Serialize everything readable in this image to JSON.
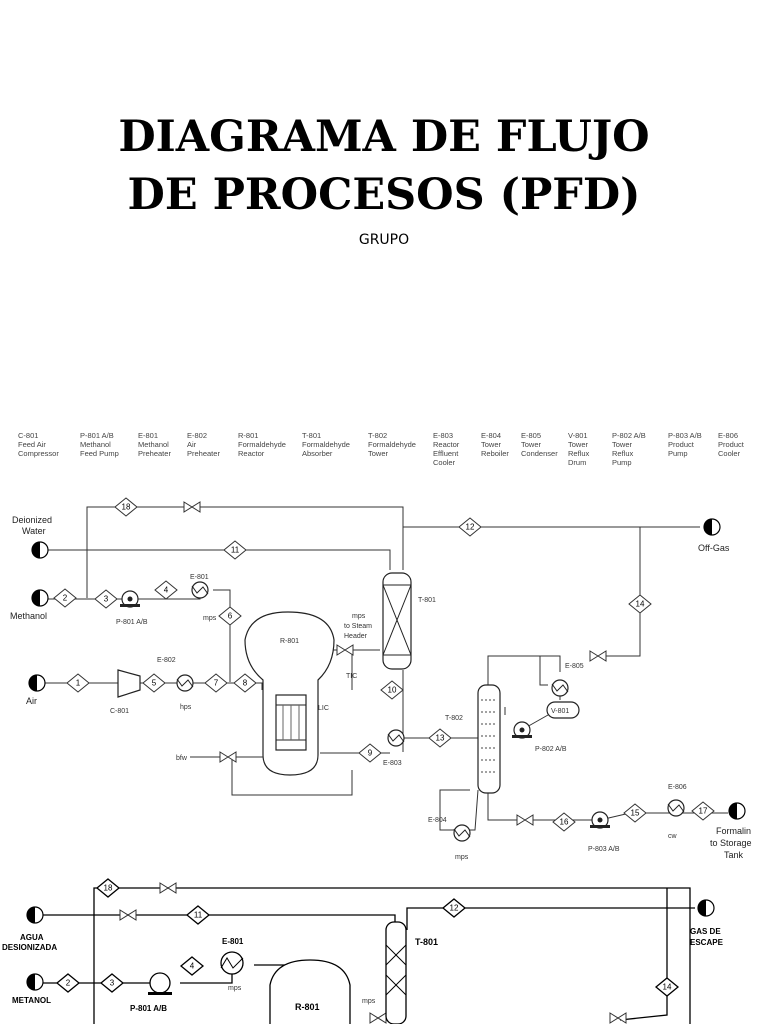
{
  "title": {
    "line1": "DIAGRAMA DE FLUJO",
    "line2": "DE PROCESOS (PFD)"
  },
  "subtitle": "GRUPO",
  "legend": [
    {
      "tag": "C-801",
      "l2": "Feed Air",
      "l3": "Compressor"
    },
    {
      "tag": "P-801 A/B",
      "l2": "Methanol",
      "l3": "Feed Pump"
    },
    {
      "tag": "E-801",
      "l2": "Methanol",
      "l3": "Preheater"
    },
    {
      "tag": "E-802",
      "l2": "Air",
      "l3": "Preheater"
    },
    {
      "tag": "R-801",
      "l2": "Formaldehyde",
      "l3": "Reactor"
    },
    {
      "tag": "T-801",
      "l2": "Formaldehyde",
      "l3": "Absorber"
    },
    {
      "tag": "T-802",
      "l2": "Formaldehyde",
      "l3": "Tower"
    },
    {
      "tag": "E-803",
      "l2": "Reactor",
      "l3": "Effluent",
      "l4": "Cooler"
    },
    {
      "tag": "E-804",
      "l2": "Tower",
      "l3": "Reboiler"
    },
    {
      "tag": "E-805",
      "l2": "Tower",
      "l3": "Condenser"
    },
    {
      "tag": "V-801",
      "l2": "Tower",
      "l3": "Reflux",
      "l4": "Drum"
    },
    {
      "tag": "P-802 A/B",
      "l2": "Tower",
      "l3": "Reflux",
      "l4": "Pump"
    },
    {
      "tag": "P-803 A/B",
      "l2": "Product",
      "l3": "Pump"
    },
    {
      "tag": "E-806",
      "l2": "Product",
      "l3": "Cooler"
    }
  ],
  "streams": [
    "1",
    "2",
    "3",
    "4",
    "5",
    "6",
    "7",
    "8",
    "9",
    "10",
    "11",
    "12",
    "13",
    "14",
    "15",
    "16",
    "17",
    "18"
  ],
  "pfd1": {
    "deionized_water_1": "Deionized",
    "deionized_water_2": "Water",
    "methanol": "Methanol",
    "air": "Air",
    "off_gas": "Off-Gas",
    "formalin_1": "Formalin",
    "formalin_2": "to Storage",
    "formalin_3": "Tank",
    "p801": "P-801 A/B",
    "e801": "E-801",
    "e802": "E-802",
    "c801": "C-801",
    "r801": "R-801",
    "t801": "T-801",
    "t802": "T-802",
    "e803": "E-803",
    "e804": "E-804",
    "e805": "E-805",
    "v801": "V-801",
    "p802": "P-802 A/B",
    "p803": "P-803 A/B",
    "e806": "E-806",
    "mps": "mps",
    "hps": "hps",
    "bfw": "bfw",
    "cw": "cw",
    "steam_1": "mps",
    "steam_2": "to Steam",
    "steam_3": "Header",
    "lic": "LIC",
    "tic": "TIC"
  },
  "pfd2": {
    "agua_1": "AGUA",
    "agua_2": "DESIONIZADA",
    "metanol": "METANOL",
    "gas_1": "GAS DE",
    "gas_2": "ESCAPE",
    "p801": "P-801 A/B",
    "e801": "E-801",
    "r801": "R-801",
    "t801": "T-801",
    "mps": "mps"
  }
}
